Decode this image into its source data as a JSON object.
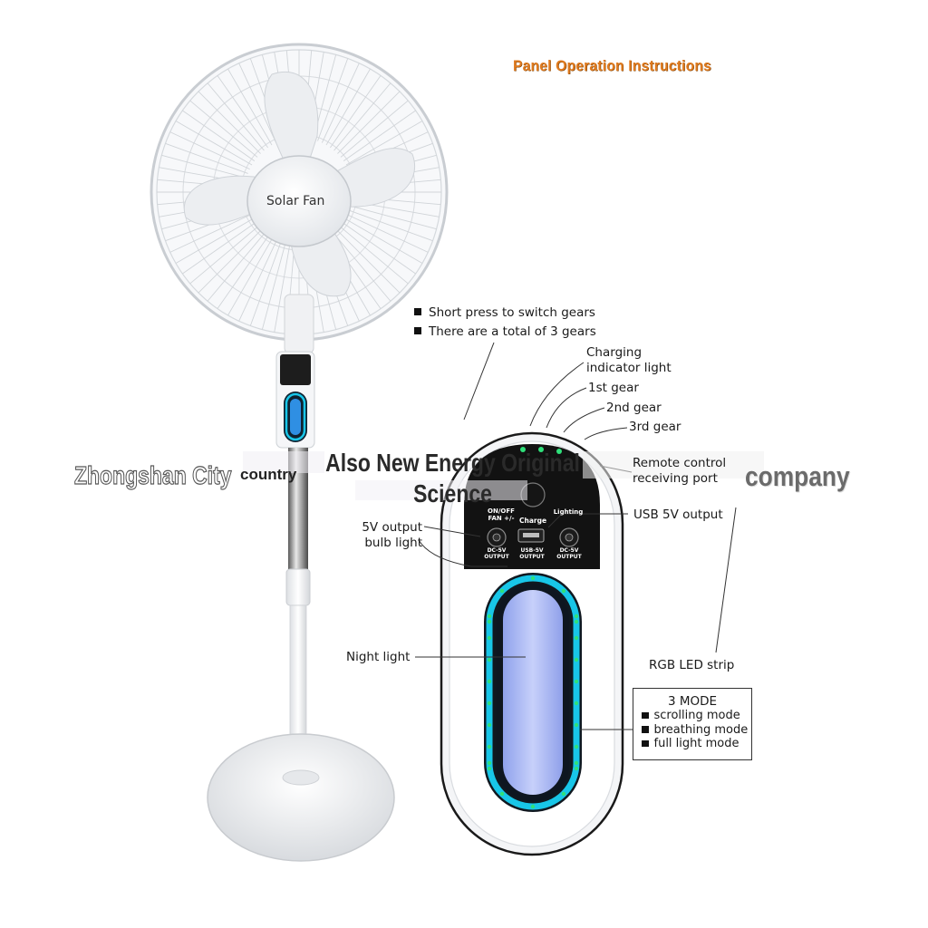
{
  "heading": "Panel Operation Instructions",
  "fan_brand": "Solar Fan",
  "gear_notes": [
    "Short press to switch gears",
    "There are a total of 3 gears"
  ],
  "callouts": {
    "charging_indicator": [
      "Charging",
      "indicator light"
    ],
    "gear1": "1st gear",
    "gear2": "2nd gear",
    "gear3": "3rd gear",
    "remote": [
      "Remote control",
      "receiving port"
    ],
    "usb": "USB  5V output",
    "bulb": [
      "5V output",
      "bulb light"
    ],
    "night": "Night light",
    "rgb": "RGB LED strip"
  },
  "modes": {
    "title": "3 MODE",
    "items": [
      "scrolling mode",
      "breathing mode",
      "full light mode"
    ]
  },
  "panel": {
    "onoff": [
      "ON/OFF",
      "FAN +/-"
    ],
    "charge": "Charge",
    "lighting": "Lighting",
    "dc_left": [
      "DC-5V",
      "OUTPUT"
    ],
    "usb_port": [
      "USB-5V",
      "OUTPUT"
    ],
    "dc_right": [
      "DC-5V",
      "OUTPUT"
    ]
  },
  "watermark": {
    "left": "Zhongshan City",
    "country": "country",
    "middle": [
      "Also New Energy Original",
      "Science"
    ],
    "right": "company"
  },
  "colors": {
    "heading": "#e07b1f",
    "led_cyan": "#18c6e8",
    "led_green": "#2fe07a",
    "night_light": "#a9b7f0",
    "panel_black": "#111111"
  }
}
